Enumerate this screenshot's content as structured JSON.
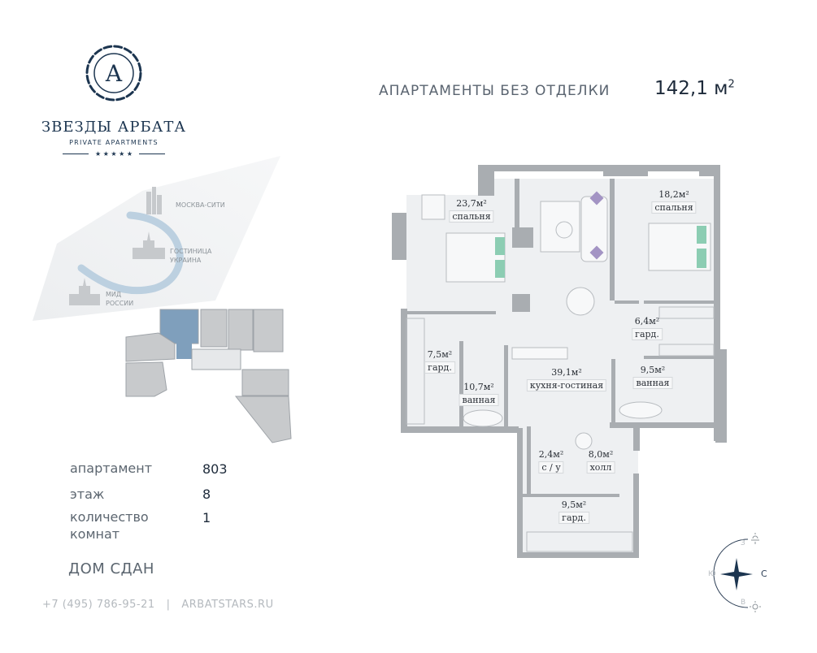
{
  "brand": {
    "name": "ЗВЕЗДЫ АРБАТА",
    "subtitle": "PRIVATE APARTMENTS",
    "logo_letter": "A",
    "stars": "★ ★ ★ ★ ★"
  },
  "header": {
    "title": "АПАРТАМЕНТЫ БЕЗ ОТДЕЛКИ",
    "area": "142,1 м",
    "area_sup": "2"
  },
  "landmarks": [
    {
      "label": "МОСКВА-СИТИ"
    },
    {
      "label": "ГОСТИНИЦА\nУКРАИНА"
    },
    {
      "label": "МИД\nРОССИИ"
    }
  ],
  "info": [
    {
      "label": "апартамент",
      "value": "803"
    },
    {
      "label": "этаж",
      "value": "8"
    },
    {
      "label": "количество комнат",
      "value": "1"
    }
  ],
  "status": "ДОМ СДАН",
  "footer": {
    "phone": "+7 (495) 786-95-21",
    "separator": "|",
    "site": "ARBATSTARS.RU"
  },
  "rooms": [
    {
      "area": "23,7м²",
      "name": "спальня"
    },
    {
      "area": "18,2м²",
      "name": "спальня"
    },
    {
      "area": "6,4м²",
      "name": "гард."
    },
    {
      "area": "7,5м²",
      "name": "гард."
    },
    {
      "area": "39,1м²",
      "name": "кухня-гостиная"
    },
    {
      "area": "9,5м²",
      "name": "ванная"
    },
    {
      "area": "10,7м²",
      "name": "ванная"
    },
    {
      "area": "2,4м²",
      "name": "с / у"
    },
    {
      "area": "8,0м²",
      "name": "холл"
    },
    {
      "area": "9,5м²",
      "name": "гард."
    }
  ],
  "compass": {
    "w": "З",
    "s": "Ю",
    "e": "В",
    "n": "С"
  },
  "colors": {
    "brand": "#1c3550",
    "highlight": "#7f9fbc",
    "wall": "#a9adb1",
    "floor": "#eef0f2",
    "pillow": "#8ccdb3",
    "cushion": "#a394c4"
  }
}
